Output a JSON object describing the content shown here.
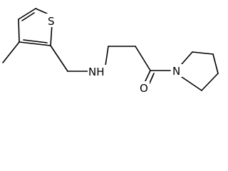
{
  "molecule": {
    "atoms": {
      "sulfur": "S",
      "amine_nitrogen": "NH",
      "ring_nitrogen": "N",
      "carbonyl_oxygen": "O"
    }
  }
}
